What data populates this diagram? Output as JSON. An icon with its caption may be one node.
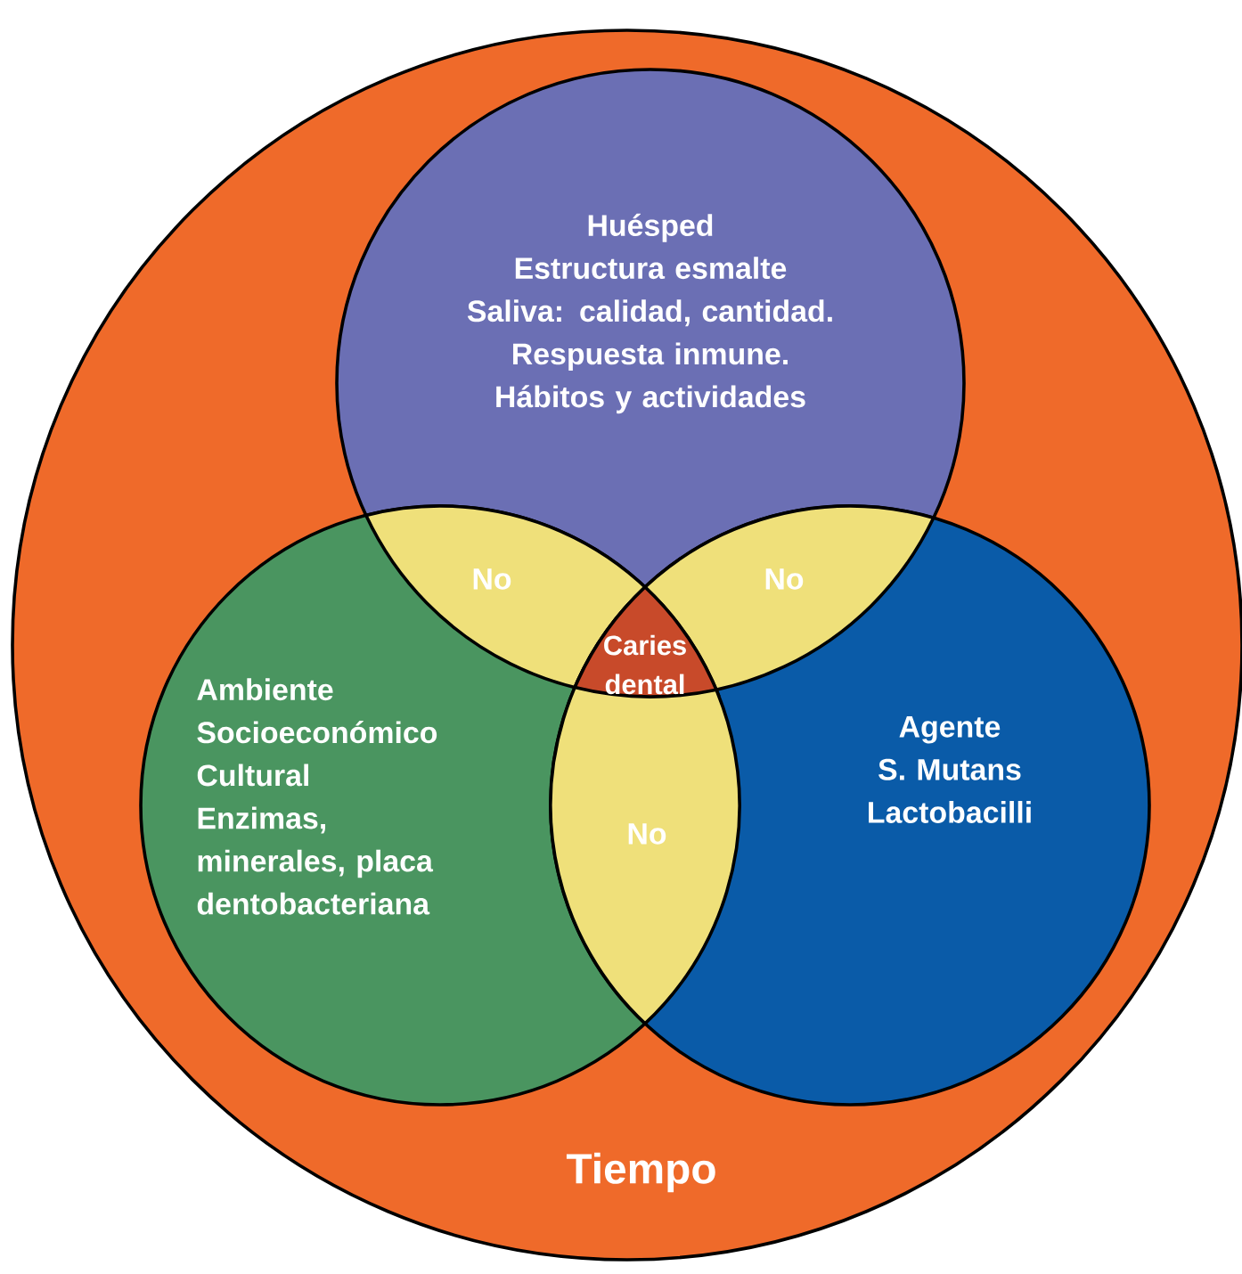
{
  "diagram": {
    "nodes": [
      {
        "text": [
          "Tiempo"
        ]
      },
      {
        "text": [
          "Huésped",
          "Estructura esmalte",
          "Saliva: calidad, cantidad.",
          "Respuesta inmune.",
          "Hábitos y actividades"
        ],
        "in": 0
      },
      {
        "text": [
          "Ambiente",
          "Socioeconómico",
          "Cultural",
          "Enzimas, minerales, placa dentobacteriana"
        ],
        "in": 0
      },
      {
        "text": [
          "Agente",
          "S. Mutans",
          "Lactobacilli"
        ],
        "in": 0
      },
      {
        "text": [
          "No"
        ]
      },
      {
        "text": [
          "No"
        ]
      },
      {
        "text": [
          "Caries dental"
        ]
      },
      {
        "text": [
          "No"
        ]
      }
    ]
  }
}
